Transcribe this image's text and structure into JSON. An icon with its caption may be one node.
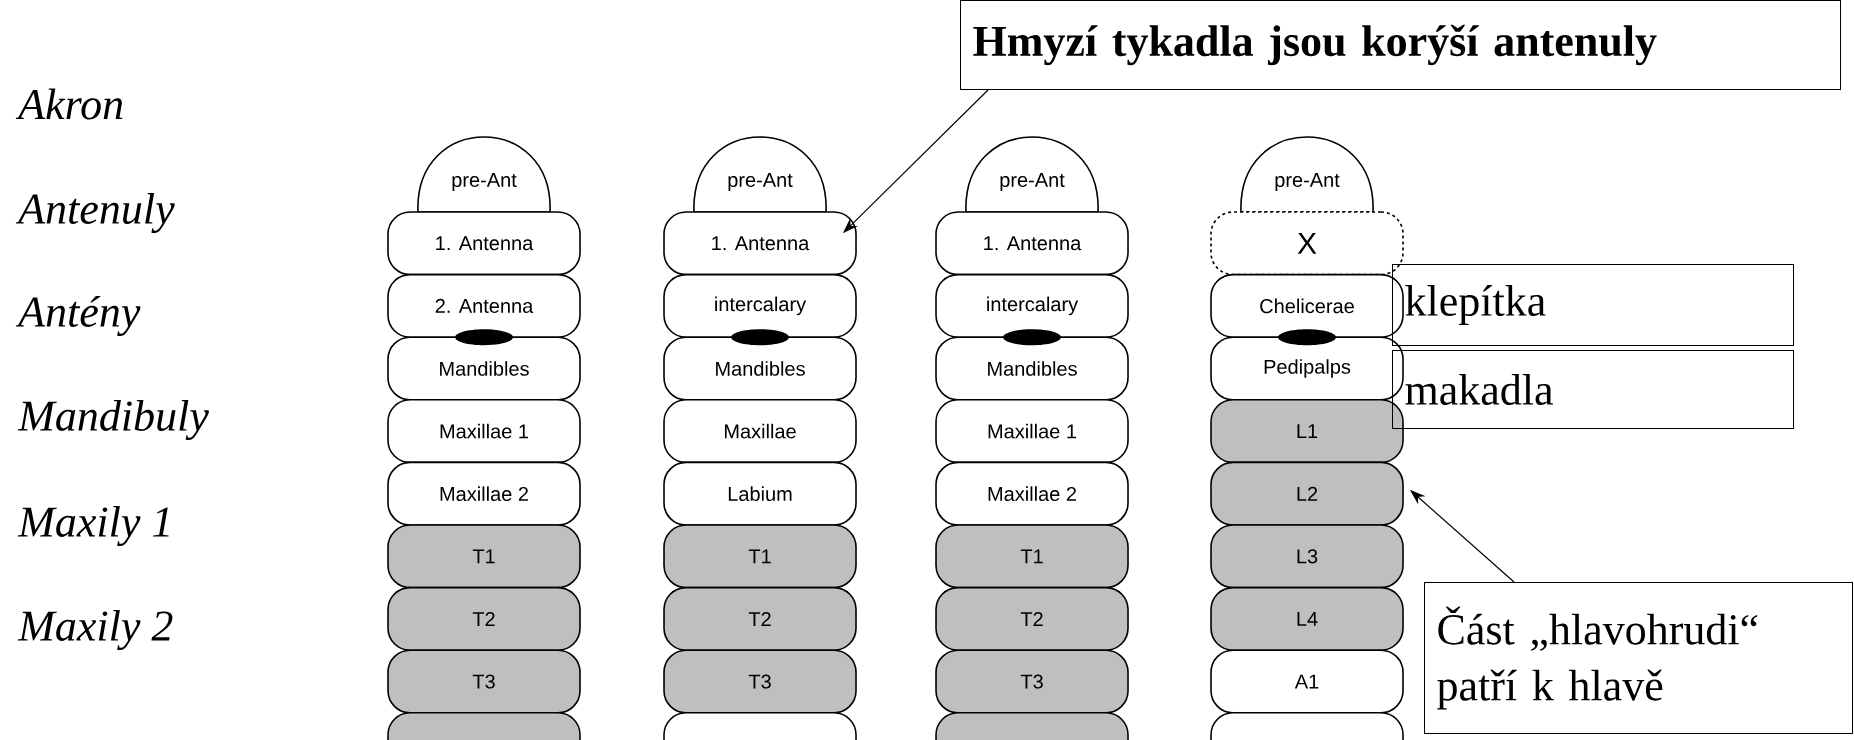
{
  "diagram": {
    "nodes": [
      {
        "text": [
          "**Hmyzí tykadla jsou korýší antenuly**"
        ]
      },
      {
        "text": [
          "pre-Ant"
        ]
      },
      {
        "text": [
          "1. Antenna"
        ]
      },
      {
        "text": [
          "2. Antenna"
        ]
      },
      {
        "text": [
          "Mandibles"
        ]
      },
      {
        "text": [
          "Maxillae 1"
        ]
      },
      {
        "text": [
          "Maxillae 2"
        ]
      },
      {
        "text": [
          "T1"
        ]
      },
      {
        "text": [
          "T2"
        ]
      },
      {
        "text": [
          "T3"
        ]
      },
      {
        "text": [],
        "shape": "box"
      },
      {
        "text": [
          "pre-Ant"
        ]
      },
      {
        "text": [
          "1. Antenna"
        ]
      },
      {
        "text": [
          "intercalary"
        ]
      },
      {
        "text": [
          "Mandibles"
        ]
      },
      {
        "text": [
          "Maxillae"
        ]
      },
      {
        "text": [
          "Labium"
        ]
      },
      {
        "text": [
          "T1"
        ]
      },
      {
        "text": [
          "T2"
        ]
      },
      {
        "text": [
          "T3"
        ]
      },
      {
        "text": [],
        "shape": "box"
      },
      {
        "text": [
          "pre-Ant"
        ]
      },
      {
        "text": [
          "1. Antenna"
        ]
      },
      {
        "text": [
          "intercalary"
        ]
      },
      {
        "text": [
          "Mandibles"
        ]
      },
      {
        "text": [
          "Maxillae 1"
        ]
      },
      {
        "text": [
          "Maxillae 2"
        ]
      },
      {
        "text": [
          "T1"
        ]
      },
      {
        "text": [
          "T2"
        ]
      },
      {
        "text": [
          "T3"
        ]
      },
      {
        "text": [],
        "shape": "box"
      },
      {
        "text": [
          "pre-Ant"
        ]
      },
      {
        "text": [
          "X"
        ]
      },
      {
        "text": [
          "Chelicerae"
        ]
      },
      {
        "text": [
          "Pedipalps"
        ]
      },
      {
        "text": [
          "L1"
        ]
      },
      {
        "text": [
          "L2"
        ]
      },
      {
        "text": [
          "L3"
        ]
      },
      {
        "text": [
          "L4"
        ]
      },
      {
        "text": [
          "A1"
        ]
      },
      {
        "text": [],
        "shape": "box"
      },
      {
        "text": [
          "klepítka"
        ]
      },
      {
        "text": [
          "makadla"
        ]
      },
      {
        "text": [
          "Část „hlavohrudi“ patří k hlavě"
        ]
      }
    ],
    "edges": [
      {
        "from": 0,
        "to": 12,
        "arrow": "to"
      },
      {
        "from": 43,
        "to": 36,
        "arrow": "to"
      }
    ],
    "labels": [
      "Akron",
      "Antenuly",
      "Antény",
      "Mandibuly",
      "Maxily 1",
      "Maxily 2"
    ]
  }
}
